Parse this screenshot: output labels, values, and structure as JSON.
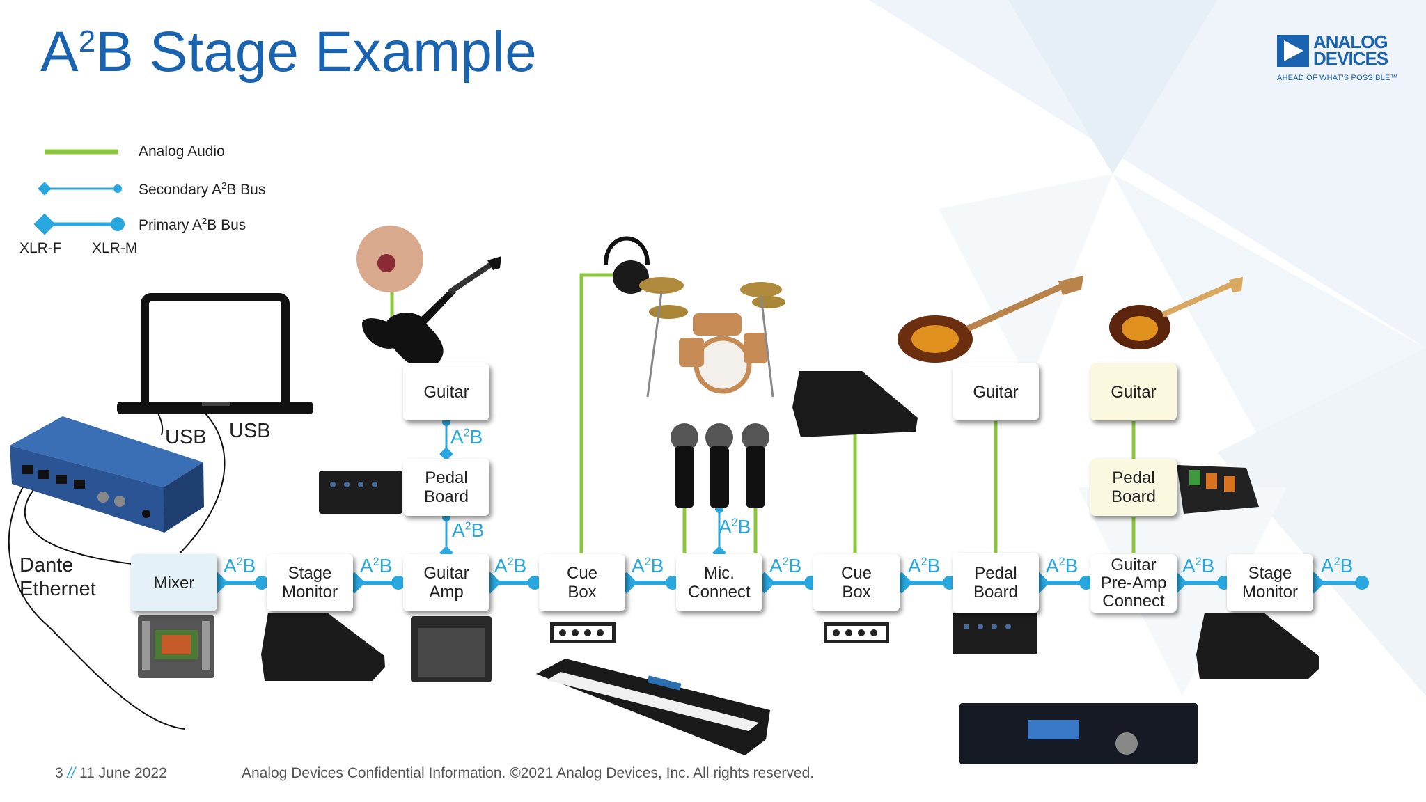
{
  "title": {
    "prefix": "A",
    "sup": "2",
    "suffix": "B Stage Example"
  },
  "logo": {
    "line1": "ANALOG",
    "line2": "DEVICES",
    "tagline": "AHEAD OF WHAT'S POSSIBLE™",
    "icon": "analog-devices-logo"
  },
  "legend": {
    "analog": "Analog Audio",
    "secondary": {
      "prefix": "Secondary A",
      "sup": "2",
      "suffix": "B Bus"
    },
    "primary": {
      "prefix": "Primary A",
      "sup": "2",
      "suffix": "B Bus"
    },
    "xlr_f": "XLR-F",
    "xlr_m": "XLR-M"
  },
  "labels": {
    "usb1": "USB",
    "usb2": "USB",
    "dante": "Dante\nEthernet",
    "a2b_prefix": "A",
    "a2b_sup": "2",
    "a2b_suffix": "B"
  },
  "nodes": {
    "mixer": "Mixer",
    "stage_monitor_1": "Stage\nMonitor",
    "guitar_amp": "Guitar\nAmp",
    "cue_box_1": "Cue\nBox",
    "mic_connect": "Mic.\nConnect",
    "cue_box_2": "Cue\nBox",
    "pedal_board_bus": "Pedal\nBoard",
    "guitar_preamp": "Guitar\nPre-Amp\nConnect",
    "stage_monitor_2": "Stage\nMonitor",
    "guitar_1": "Guitar",
    "pedal_board_1": "Pedal\nBoard",
    "guitar_2": "Guitar",
    "guitar_3": "Guitar",
    "pedal_board_3": "Pedal\nBoard"
  },
  "colors": {
    "analog": "#8cc63f",
    "a2b": "#29a8e0",
    "title": "#1a63b0"
  },
  "footer": {
    "page": "3",
    "slash": "//",
    "date": "11 June 2022",
    "notice": "Analog Devices Confidential Information. ©2021 Analog Devices, Inc. All rights reserved."
  }
}
